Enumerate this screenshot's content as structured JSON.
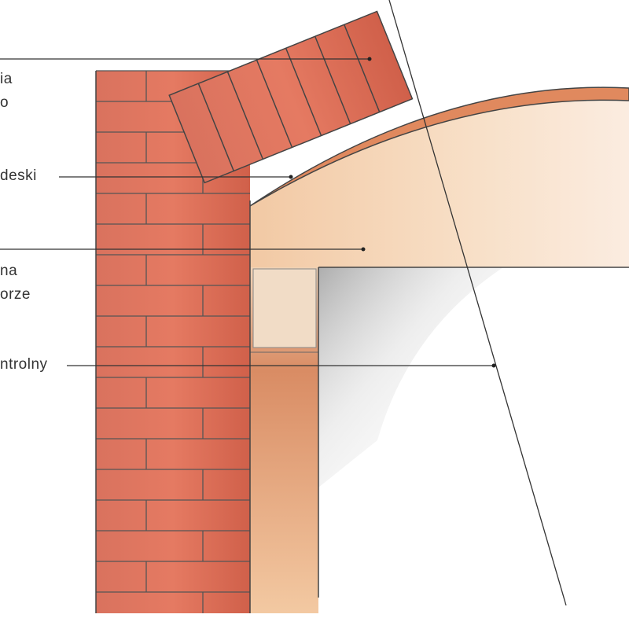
{
  "labels": [
    {
      "id": "arch-bricks",
      "lines": [
        "ia",
        "o"
      ]
    },
    {
      "id": "boards",
      "lines": [
        "deski"
      ]
    },
    {
      "id": "fill",
      "lines": [
        "na",
        "orze"
      ]
    },
    {
      "id": "control",
      "lines": [
        "ntrolny"
      ]
    }
  ],
  "colors": {
    "brick": "#e2725a",
    "brick_dark": "#c85a45",
    "fill": "#f6dcc0",
    "mortar": "#555555"
  }
}
